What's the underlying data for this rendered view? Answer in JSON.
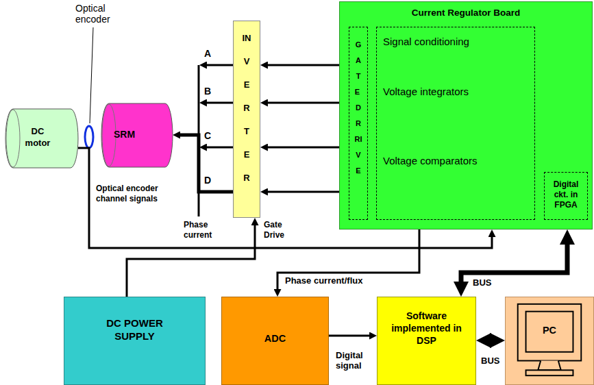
{
  "diagram": {
    "nodes": [
      {
        "text": [
          "Current Regulator Board"
        ]
      },
      {
        "text": [
          "GATE DRRIVE"
        ],
        "in": 0
      },
      {
        "text": [
          "Signal conditioning",
          "Voltage integrators",
          "Voltage comparators"
        ],
        "in": 0
      },
      {
        "text": [
          "Digital ckt. in FPGA"
        ],
        "in": 0
      },
      {
        "text": [
          "INVERTER"
        ]
      },
      {
        "text": [
          "SRM"
        ]
      },
      {
        "text": [
          "DC motor"
        ]
      },
      {
        "text": [
          "DC POWER SUPPLY"
        ]
      },
      {
        "text": [
          "ADC"
        ]
      },
      {
        "text": [
          "Software implemented in DSP"
        ]
      },
      {
        "text": [
          "PC"
        ]
      }
    ],
    "edges": [
      {
        "from": 0,
        "to": 4,
        "arrow": "to"
      },
      {
        "from": 0,
        "to": 4,
        "arrow": "to"
      },
      {
        "from": 0,
        "to": 4,
        "arrow": "to"
      },
      {
        "from": 0,
        "to": 4,
        "arrow": "to"
      },
      {
        "from": 4,
        "to": 5,
        "arrow": "to"
      },
      {
        "from": 7,
        "to": 4,
        "arrow": "to"
      },
      {
        "from": 6,
        "to": 0,
        "arrow": "to"
      },
      {
        "from": 0,
        "to": 8,
        "label": "Phase current/flux",
        "arrow": "to"
      },
      {
        "from": 9,
        "to": 0,
        "label": "BUS",
        "arrow": "both"
      },
      {
        "from": 8,
        "to": 9,
        "label": "Digital signal",
        "arrow": "to"
      },
      {
        "from": 9,
        "to": 10,
        "label": "BUS",
        "arrow": "both"
      }
    ],
    "labels": [
      "Optical encoder",
      "A",
      "B",
      "C",
      "D",
      "Optical encoder channel signals",
      "Phase current",
      "Gate Drive"
    ]
  }
}
